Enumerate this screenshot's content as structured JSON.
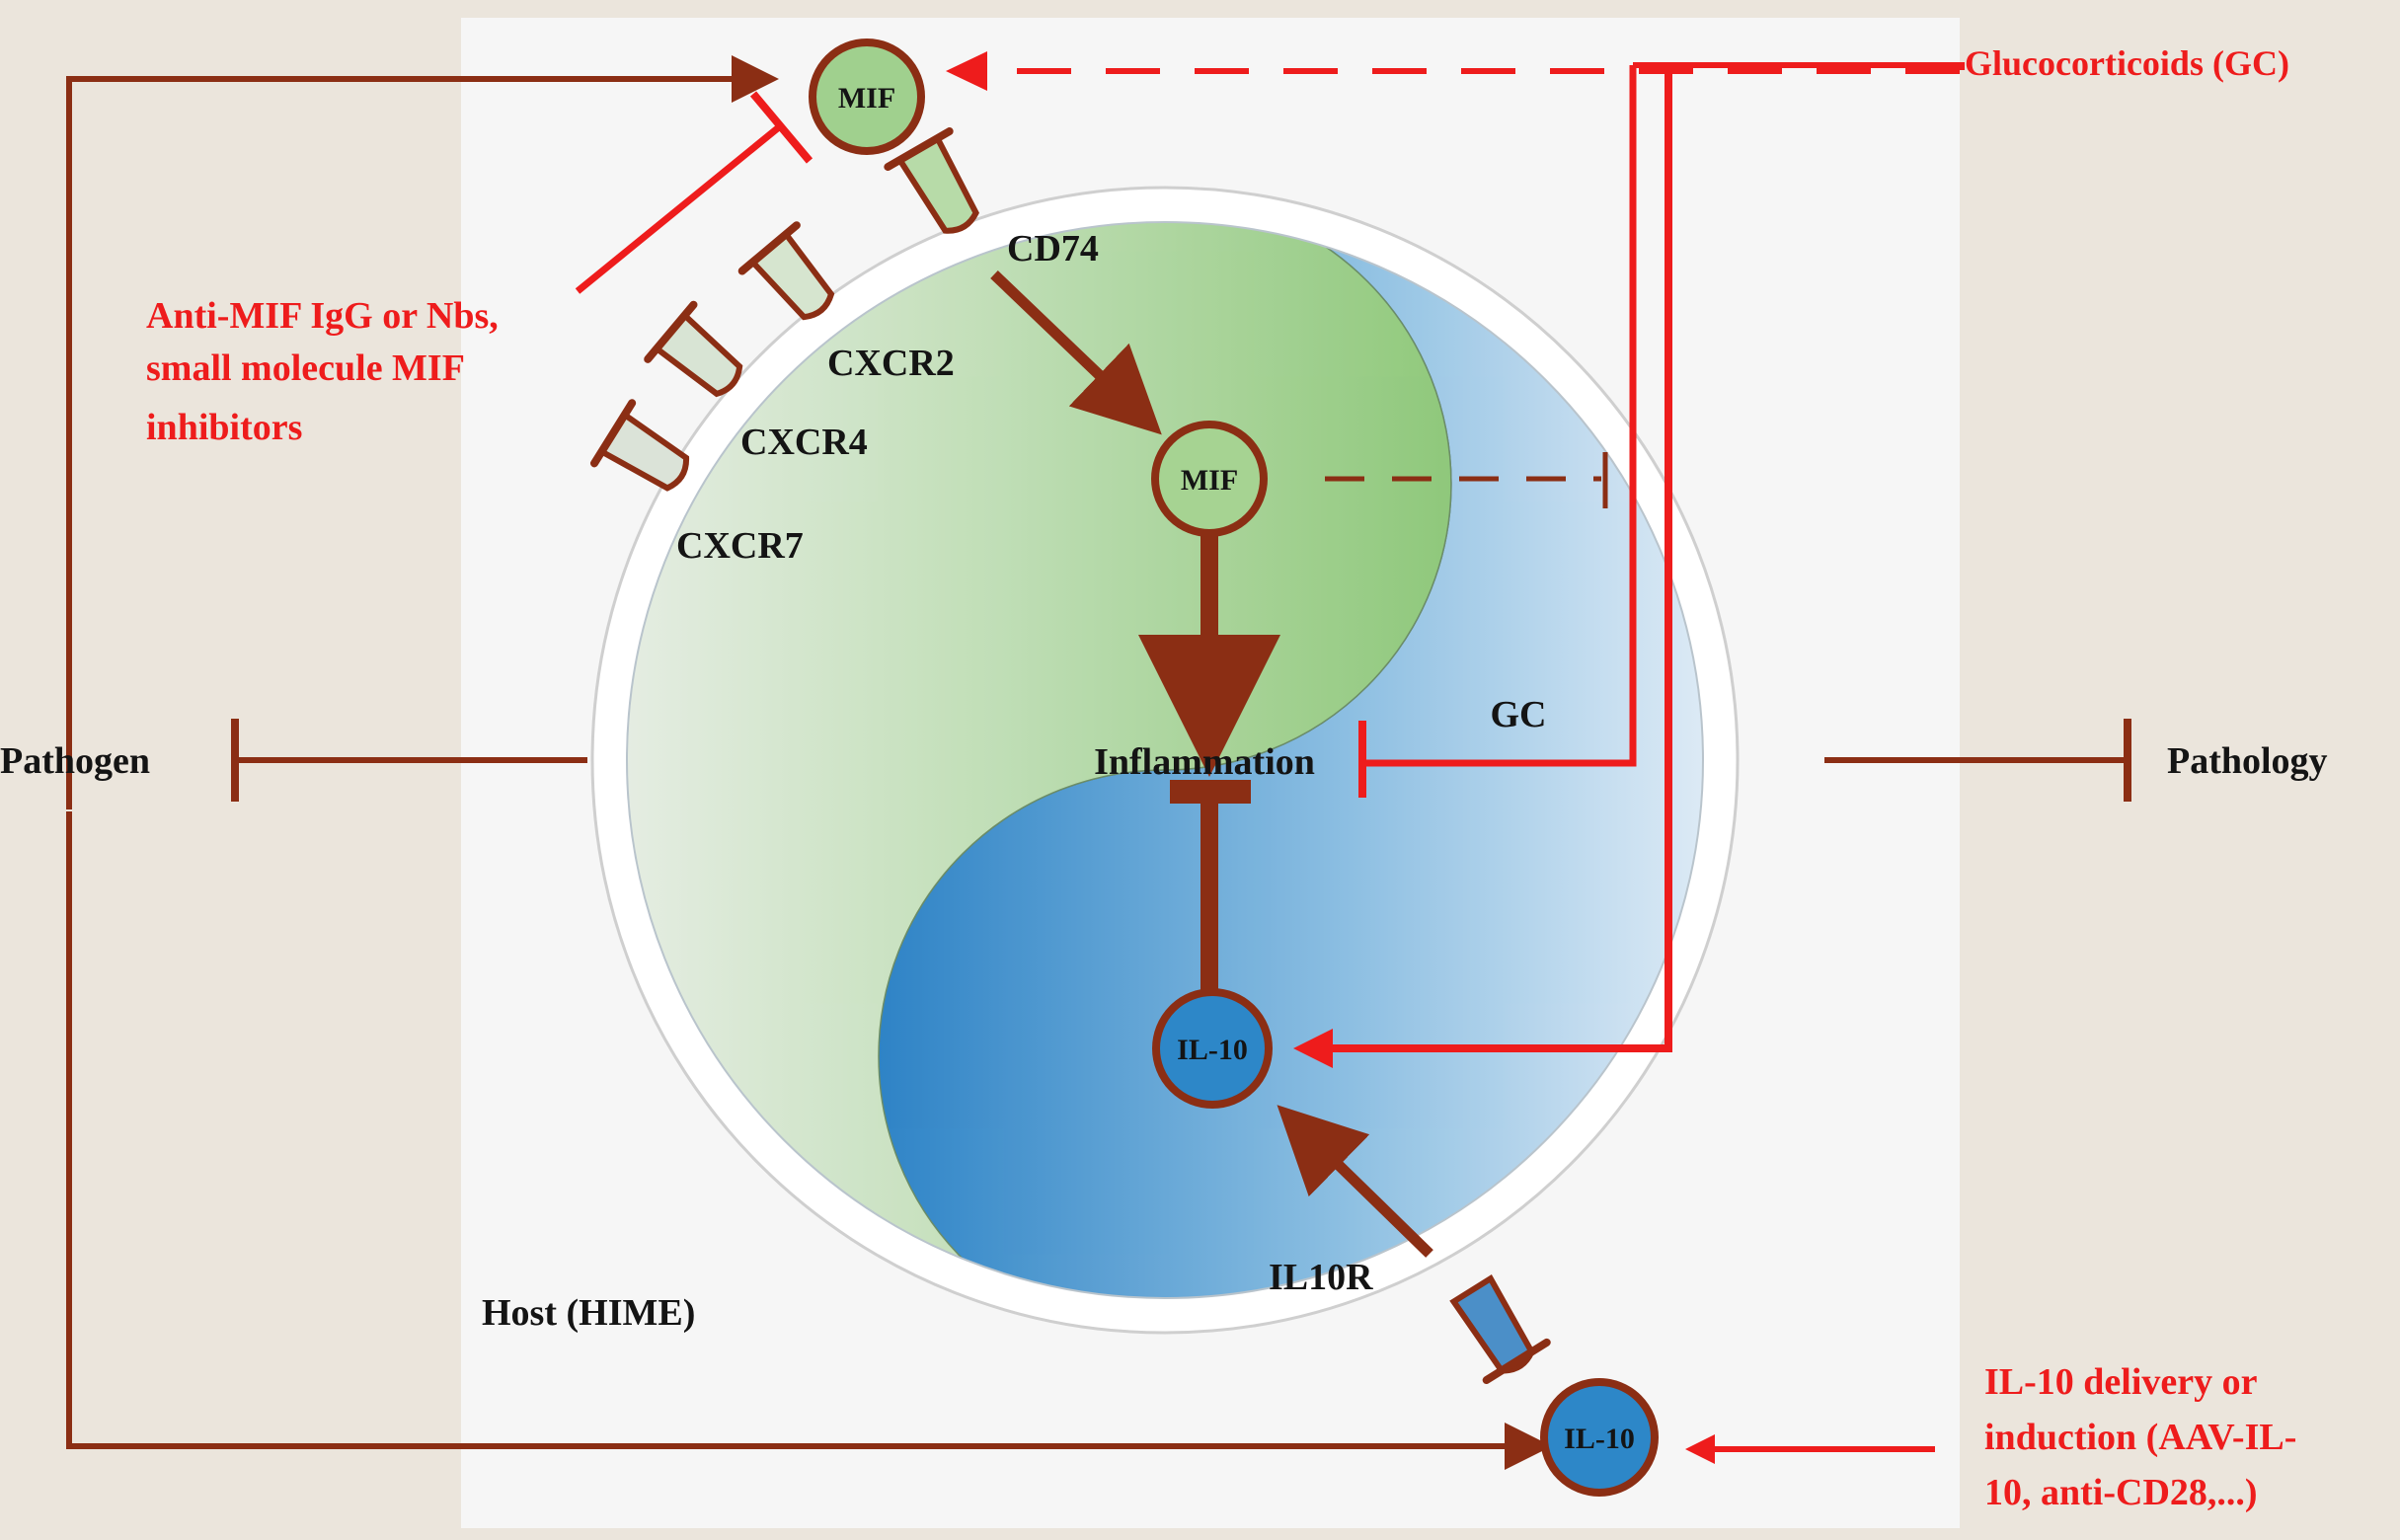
{
  "labels": {
    "mif_outer": "MIF",
    "mif_inner": "MIF",
    "il10_inner": "IL-10",
    "il10_outer": "IL-10",
    "cd74": "CD74",
    "cxcr2": "CXCR2",
    "cxcr4": "CXCR4",
    "cxcr7": "CXCR7",
    "inflammation": "Inflammation",
    "gc": "GC",
    "il10r": "IL10R",
    "host": "Host (HIME)",
    "pathogen": "Pathogen",
    "pathology": "Pathology",
    "glucocorticoids": "Glucocorticoids (GC)",
    "anti_mif": [
      "Anti-MIF IgG or Nbs,",
      "small molecule MIF",
      "inhibitors"
    ],
    "il10_delivery": [
      "IL-10 delivery or",
      "induction (AAV-IL-",
      "10, anti-CD28,...)"
    ]
  },
  "colors": {
    "background": "#ebe5dc",
    "panel": "#f6f6f6",
    "brown": "#8b2e14",
    "red": "#ee1c1c",
    "green": "#8cc878",
    "blue": "#2d87c8",
    "text_dark": "#141414"
  }
}
